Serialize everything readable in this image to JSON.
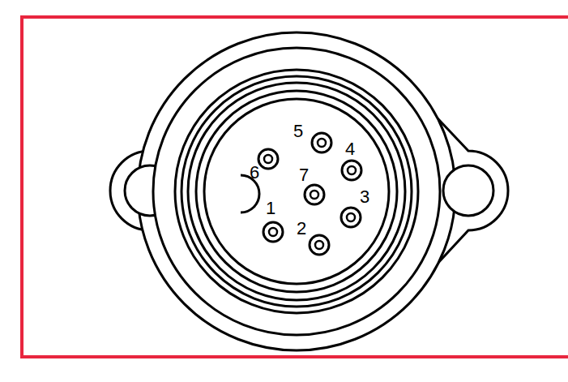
{
  "diagram": {
    "labels": [
      "5",
      "4",
      "6",
      "7",
      "3",
      "1",
      "2"
    ]
  }
}
